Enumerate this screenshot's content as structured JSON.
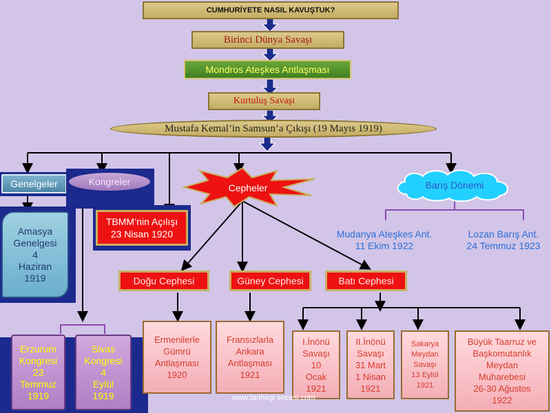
{
  "title": "CUMHURİYETE NASIL KAVUŞTUK?",
  "chain": {
    "ww1": "Birinci Dünya Savaşı",
    "mondros": "Mondros  Ateşkes Antlaşması",
    "kurtulus": "Kurtuluş Savaşı",
    "samsun": "Mustafa Kemal’in Samsun’a Çıkışı (19 Mayıs  1919)"
  },
  "genelgeler": {
    "label": "Genelgeler",
    "amasya": [
      "Amasya",
      "Genelgesi",
      "4",
      "Haziran",
      "1919"
    ]
  },
  "kongreler": {
    "label": "Kongreler",
    "erzurum": [
      "Erzurum",
      "Kongresi",
      "23",
      "Temmuz",
      "1919"
    ],
    "sivas": [
      "Sivas",
      "Kongresi",
      "4",
      "Eylül",
      "1919"
    ]
  },
  "tbmm": [
    "TBMM’nin Açılışı",
    "23 Nisan 1920"
  ],
  "cepheler": {
    "label": "Cepheler",
    "dogu": "Doğu Cephesi",
    "guney": "Güney Cephesi",
    "bati": "Batı Cephesi"
  },
  "gumru": [
    "Ermenilerle",
    "Gümrü",
    "Antlaşması",
    "1920"
  ],
  "ankara": [
    "Fransızlarla",
    "Ankara",
    "Antlaşması",
    "1921"
  ],
  "inonu1": [
    "I.İnönü",
    "Savaşı",
    "10",
    "Ocak",
    "1921"
  ],
  "inonu2": [
    "II.İnönü",
    "Savaşı",
    "31 Mart",
    "1 Nisan",
    "1921"
  ],
  "sakarya": [
    "Sakarya",
    "Meydan",
    "Savaşı",
    "13 Eylül",
    "1921"
  ],
  "taarruz": [
    "Büyük Taarruz ve",
    "Başkomutanlık",
    "Meydan",
    "Muharebesi",
    "26-30 Ağustos",
    "1922"
  ],
  "baris": {
    "label": "Barış Dönemi",
    "mudanya": [
      "Mudanya Ateşkes Ant.",
      "11 Ekim 1922"
    ],
    "lozan": [
      "Lozan Barış Ant.",
      "24 Temmuz 1923"
    ]
  },
  "watermark": "www.tarihegl encesi.com",
  "colors": {
    "background": "#d2c5e8",
    "red": "#ee1111",
    "gold": "#c4ad63",
    "green": "#4f8f2a",
    "navy": "#1a2b8a"
  }
}
